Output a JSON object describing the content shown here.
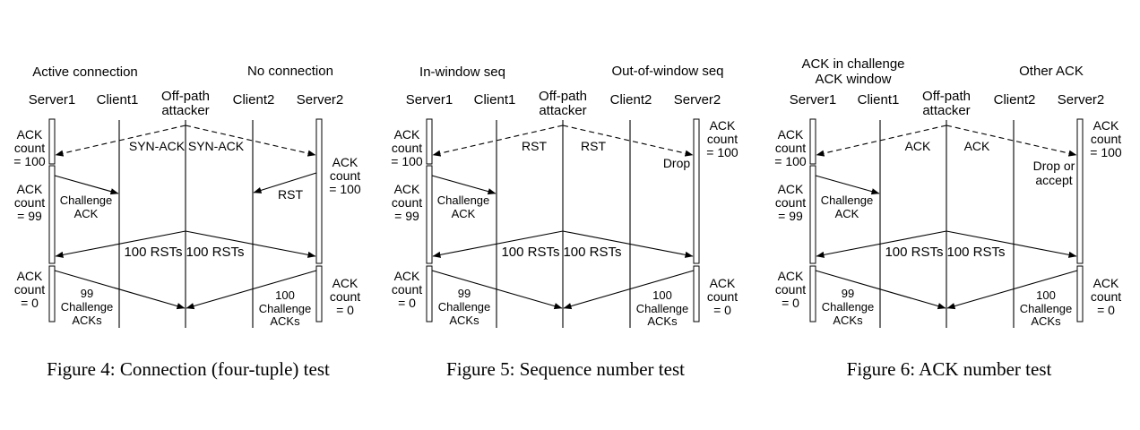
{
  "figures": [
    {
      "caption": "Figure 4: Connection (four-tuple) test",
      "left_heading": "Active connection",
      "right_heading": "No connection",
      "actors": [
        "Server1",
        "Client1",
        "Off-path",
        "attacker",
        "Client2",
        "Server2"
      ],
      "left_counts": [
        [
          "ACK",
          "count",
          "= 100"
        ],
        [
          "ACK",
          "count",
          "= 99"
        ],
        [
          "ACK",
          "count",
          "= 0"
        ]
      ],
      "right_counts": [
        [
          "ACK",
          "count",
          "= 100"
        ],
        [
          "ACK",
          "count",
          "= 0"
        ]
      ],
      "labels": {
        "probe_left": "SYN-ACK",
        "probe_right": "SYN-ACK",
        "server_event": "",
        "response_left": [
          "Challenge",
          "ACK"
        ],
        "response_right": "RST",
        "spoof_left": "100 RSTs",
        "spoof_right": "100 RSTs",
        "final_left": [
          "99",
          "Challenge",
          "ACKs"
        ],
        "final_right": [
          "100",
          "Challenge",
          "ACKs"
        ]
      }
    },
    {
      "caption": "Figure 5: Sequence number test",
      "left_heading": "In-window seq",
      "right_heading": "Out-of-window seq",
      "actors": [
        "Server1",
        "Client1",
        "Off-path",
        "attacker",
        "Client2",
        "Server2"
      ],
      "left_counts": [
        [
          "ACK",
          "count",
          "= 100"
        ],
        [
          "ACK",
          "count",
          "= 99"
        ],
        [
          "ACK",
          "count",
          "= 0"
        ]
      ],
      "right_counts": [
        [
          "ACK",
          "count",
          "= 100"
        ],
        [
          "ACK",
          "count",
          "= 0"
        ]
      ],
      "labels": {
        "probe_left": "RST",
        "probe_right": "RST",
        "server_event": "Drop",
        "response_left": [
          "Challenge",
          "ACK"
        ],
        "response_right": "",
        "spoof_left": "100 RSTs",
        "spoof_right": "100 RSTs",
        "final_left": [
          "99",
          "Challenge",
          "ACKs"
        ],
        "final_right": [
          "100",
          "Challenge",
          "ACKs"
        ]
      }
    },
    {
      "caption": "Figure 6: ACK number test",
      "left_heading": "ACK in challenge",
      "left_heading_2": "ACK window",
      "right_heading": "Other ACK",
      "actors": [
        "Server1",
        "Client1",
        "Off-path",
        "attacker",
        "Client2",
        "Server2"
      ],
      "left_counts": [
        [
          "ACK",
          "count",
          "= 100"
        ],
        [
          "ACK",
          "count",
          "= 99"
        ],
        [
          "ACK",
          "count",
          "= 0"
        ]
      ],
      "right_counts": [
        [
          "ACK",
          "count",
          "= 100"
        ],
        [
          "ACK",
          "count",
          "= 0"
        ]
      ],
      "labels": {
        "probe_left": "ACK",
        "probe_right": "ACK",
        "server_event": "Drop or accept",
        "response_left": [
          "Challenge",
          "ACK"
        ],
        "response_right": "",
        "spoof_left": "100 RSTs",
        "spoof_right": "100 RSTs",
        "final_left": [
          "99",
          "Challenge",
          "ACKs"
        ],
        "final_right": [
          "100",
          "Challenge",
          "ACKs"
        ]
      }
    }
  ]
}
